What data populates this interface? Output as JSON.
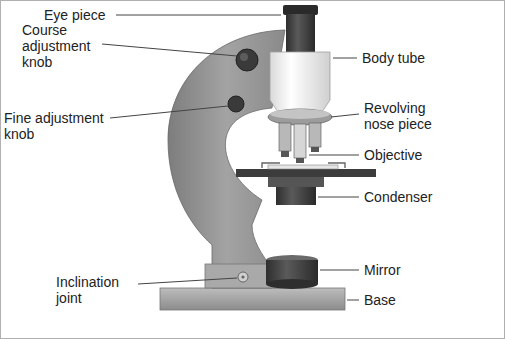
{
  "diagram": {
    "labels": [
      "Eye piece",
      "Course adjustment knob",
      "Body tube",
      "Fine adjustment knob",
      "Revolving nose piece",
      "Objective",
      "Condenser",
      "Inclination joint",
      "Mirror",
      "Base"
    ]
  }
}
